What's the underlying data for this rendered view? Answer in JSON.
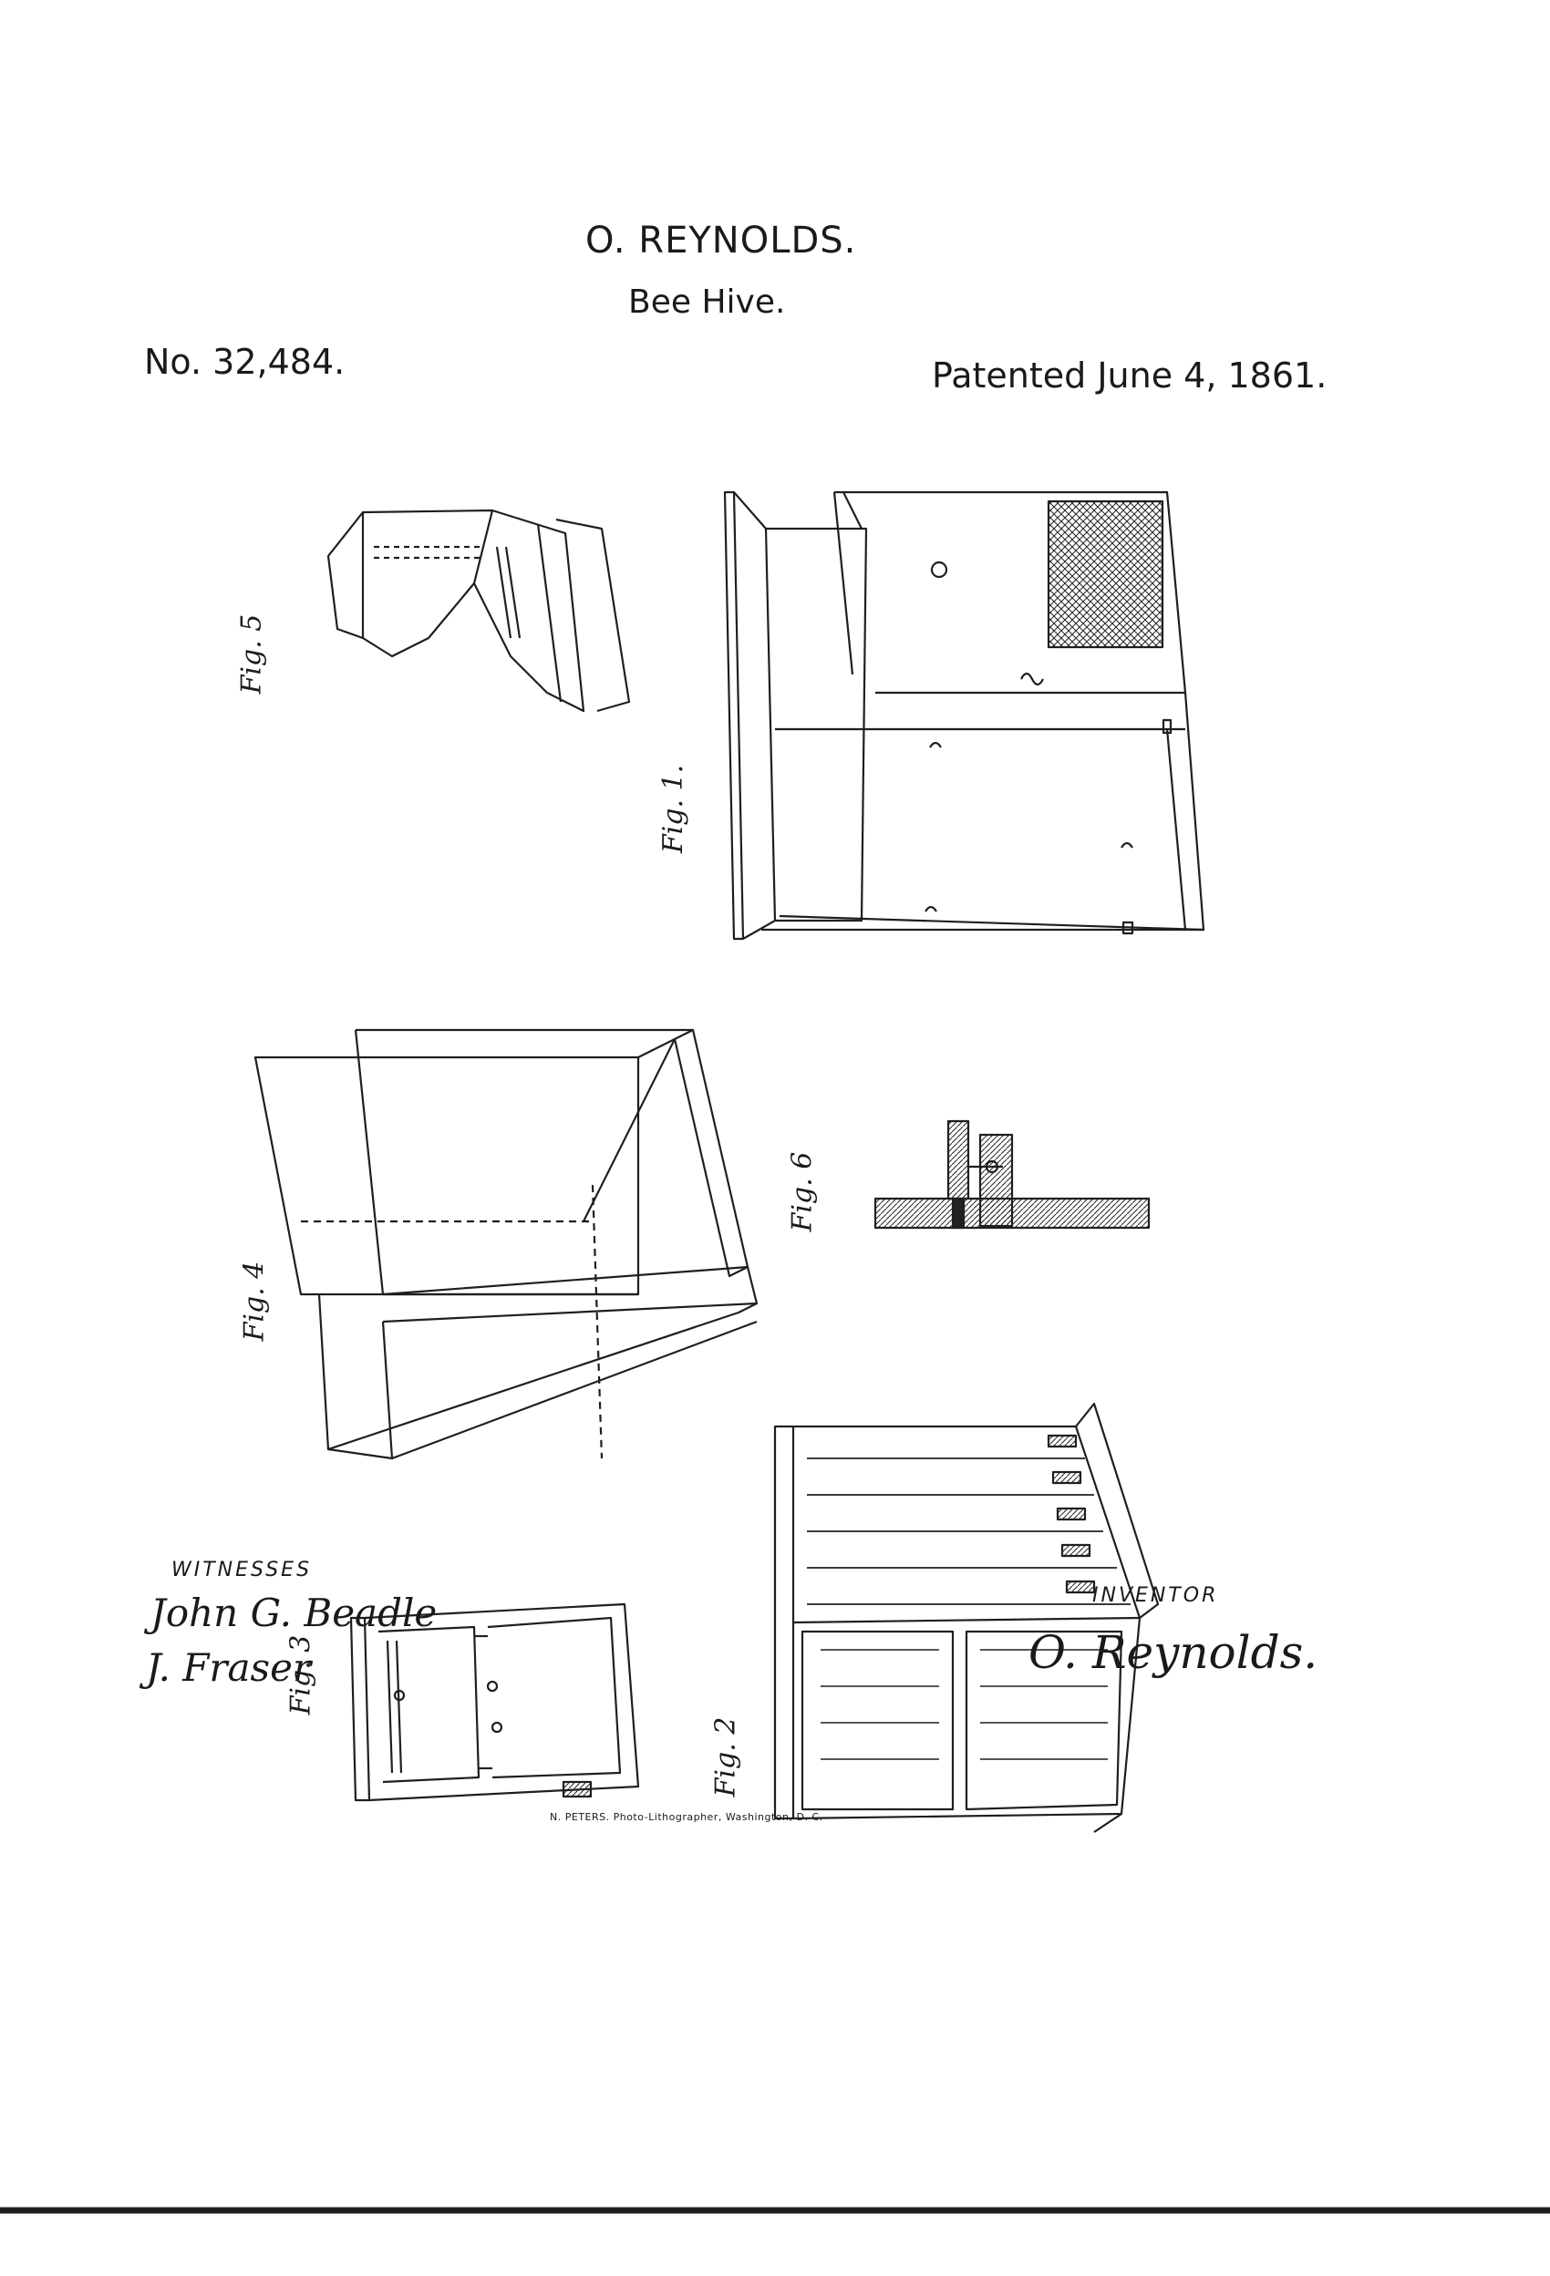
{
  "header": {
    "inventor": "O. REYNOLDS.",
    "title": "Bee Hive.",
    "patent_number": "No. 32,484.",
    "patent_date": "Patented June 4, 1861."
  },
  "figures": {
    "fig1": "Fig. 1.",
    "fig2": "Fig. 2",
    "fig3": "Fig. 3",
    "fig4": "Fig. 4",
    "fig5": "Fig. 5",
    "fig6": "Fig. 6"
  },
  "witnesses": {
    "label": "WITNESSES",
    "names": [
      "John G. Beadle",
      "J. Fraser"
    ]
  },
  "inventor_block": {
    "label": "INVENTOR",
    "signature": "O. Reynolds."
  },
  "footer": {
    "printer": "N. PETERS. Photo-Lithographer, Washington, D. C."
  }
}
